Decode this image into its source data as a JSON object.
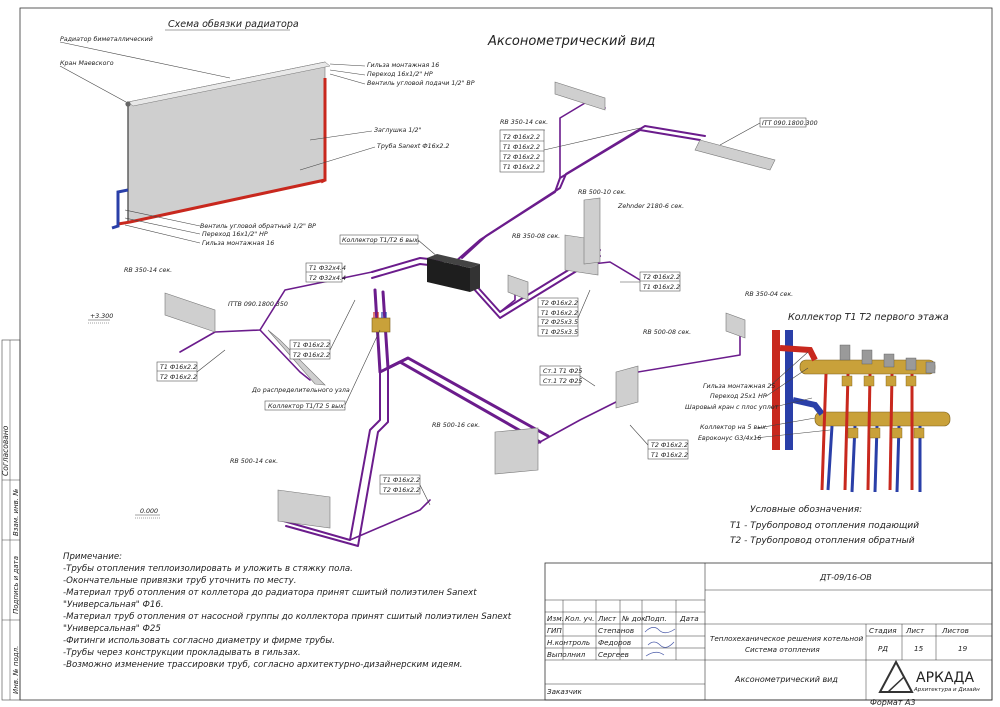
{
  "scheme": {
    "title": "Схема обвязки радиатора",
    "labels_left": [
      "Радиатор биметаллический",
      "Кран Маевского"
    ],
    "labels_right_top": [
      "Гильза монтажная 16",
      "Переход 16х1/2\" НР",
      "Вентиль угловой подачи 1/2\" ВР"
    ],
    "label_plug": "Заглушка 1/2\"",
    "label_pipe": "Труба Sanext Ф16х2.2",
    "labels_bottom": [
      "Вентиль угловой обратный 1/2\" ВР",
      "Переход 16х1/2\" НР",
      "Гильза монтажная 16"
    ]
  },
  "axon": {
    "title": "Аксонометрический вид",
    "rad_labels": [
      "RB 350-14 сек.",
      "RB 500-10 сек.",
      "Zehnder 2180-6 сек.",
      "RB 350-08 сек.",
      "ITT 090.1800.300",
      "RB 350-14 сек.",
      "ITTB 090.1800.350",
      "RB 350-04 сек.",
      "RB 500-08 сек.",
      "RB 500-16 сек.",
      "RB 500-14 сек."
    ],
    "pipe_stack_1": [
      "Т2 Ф16х2.2",
      "Т1 Ф16х2.2",
      "Т2 Ф16х2.2",
      "Т1 Ф16х2.2"
    ],
    "pipe_stack_2": [
      "Т1 Ф32х4.4",
      "Т2 Ф32х4.4"
    ],
    "pipe_stack_3": [
      "Т2 Ф16х2.2",
      "Т1 Ф16х2.2",
      "Т2 Ф25х3.5",
      "Т1 Ф25х3.5"
    ],
    "pipe_stack_4": [
      "Т2 Ф16х2.2",
      "Т1 Ф16х2.2"
    ],
    "pipe_stack_5": [
      "Т1 Ф16х2.2",
      "Т2 Ф16х2.2"
    ],
    "pipe_stack_6": [
      "Т1 Ф16х2.2",
      "Т2 Ф16х2.2"
    ],
    "pipe_stack_7": [
      "Ст.1 Т1 Ф25",
      "Ст.1 Т2 Ф25"
    ],
    "pipe_stack_8": [
      "Т2 Ф16х2.2",
      "Т1 Ф16х2.2"
    ],
    "pipe_stack_9": [
      "Т1 Ф16х2.2",
      "Т2 Ф16х2.2"
    ],
    "collector_label_1": "Коллектор Т1/Т2 6 вых.",
    "collector_label_2": "Коллектор Т1/Т2 5 вых.",
    "dist_node": "До распределительного узла",
    "level_top": "+3.300",
    "level_bottom": "0.000"
  },
  "collector": {
    "title": "Коллектор Т1 Т2 первого этажа",
    "labels": [
      "Гильза монтажная 25",
      "Переход 25х1 НР",
      "Шаровый кран с плос уплот",
      "Коллектор на 5 вых.",
      "Евроконус G3/4х16"
    ]
  },
  "legend": {
    "title": "Условные обозначения:",
    "t1": "Т1 - Трубопровод отопления подающий",
    "t2": "Т2 - Трубопровод отопления обратный"
  },
  "notes": {
    "title": "Примечание:",
    "lines": [
      "-Трубы отопления теплоизолировать и уложить в стяжку пола.",
      "-Окончательные привязки труб уточнить по месту.",
      "-Материал труб отопления от коллетора до радиатора принят сшитый полиэтилен  Sanext",
      "\"Универсальная\" Ф16.",
      "-Материал труб отопления от насосной группы до коллектора принят сшитый полиэтилен  Sanext",
      "\"Универсальная\" Ф25",
      "-Фитинги использовать согласно диаметру и фирме трубы.",
      "-Трубы через конструкции прокладывать в гильзах.",
      "-Возможно изменение трассировки труб, согласно архитектурно-дизайнерским идеям."
    ]
  },
  "sidebar": {
    "labels": [
      "Согласовано",
      "Взам. инв. №",
      "Подпись и дата",
      "Инв. № подл."
    ]
  },
  "titleblock": {
    "code": "ДТ-09/16-ОВ",
    "headers": [
      "Изм.",
      "Кол. уч.",
      "Лист",
      "№ док.",
      "Подп.",
      "Дата"
    ],
    "rows": [
      {
        "role": "ГИП",
        "name": "Степанов"
      },
      {
        "role": "Н.контроль",
        "name": "Федоров"
      },
      {
        "role": "Выполнил",
        "name": "Сергеев"
      }
    ],
    "project": "Теплохеханическое решения котельной",
    "system": "Система отопления",
    "sheet_title": "Аксонометрический вид",
    "stage_header": "Стадия",
    "sheet_header": "Лист",
    "sheets_header": "Листов",
    "stage": "РД",
    "sheet": "15",
    "sheets": "19",
    "customer": "Заказчик",
    "company": "АРКАДА",
    "company_sub": "Архитектура и Дизайн",
    "format": "Формат А3"
  },
  "colors": {
    "supply": "#c8281e",
    "return": "#2a3fa8",
    "pipe": "#6b1c8c",
    "brass": "#c9a13a"
  }
}
